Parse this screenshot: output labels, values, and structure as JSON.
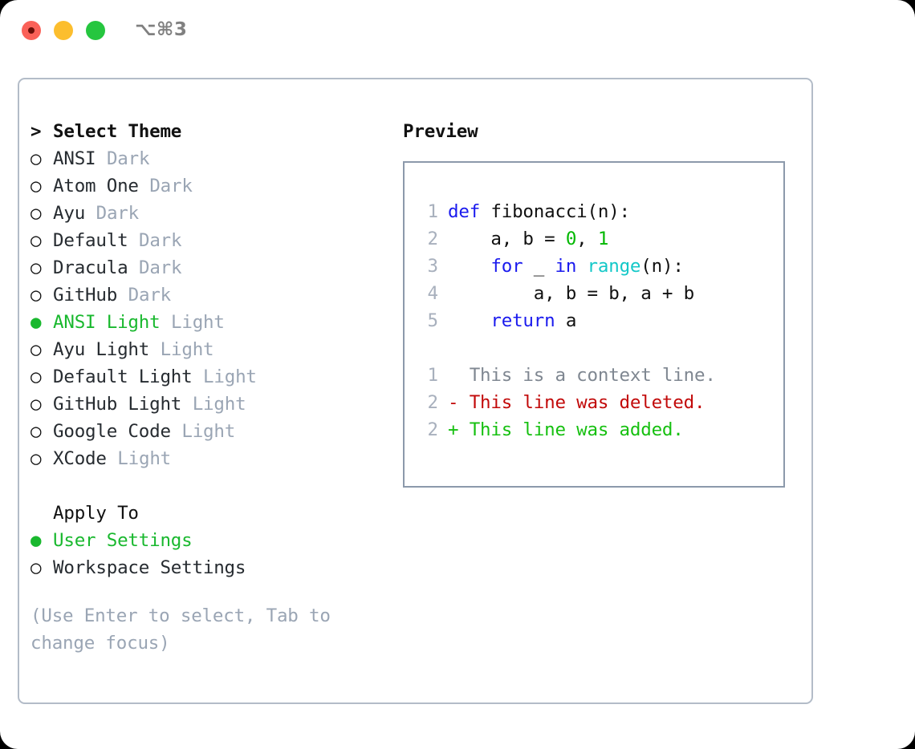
{
  "titlebar": {
    "lights": [
      {
        "name": "close",
        "color": "#fa6158"
      },
      {
        "name": "minimize",
        "color": "#fcbe2e"
      },
      {
        "name": "zoom",
        "color": "#25c63f"
      }
    ],
    "shortcut": "⌥⌘3"
  },
  "theme_picker": {
    "header_marker": ">",
    "header": "Select Theme",
    "items": [
      {
        "marker": "○",
        "name": "ANSI",
        "variant": "Dark",
        "selected": false
      },
      {
        "marker": "○",
        "name": "Atom One",
        "variant": "Dark",
        "selected": false
      },
      {
        "marker": "○",
        "name": "Ayu",
        "variant": "Dark",
        "selected": false
      },
      {
        "marker": "○",
        "name": "Default",
        "variant": "Dark",
        "selected": false
      },
      {
        "marker": "○",
        "name": "Dracula",
        "variant": "Dark",
        "selected": false
      },
      {
        "marker": "○",
        "name": "GitHub",
        "variant": "Dark",
        "selected": false
      },
      {
        "marker": "●",
        "name": "ANSI Light",
        "variant": "Light",
        "selected": true
      },
      {
        "marker": "○",
        "name": "Ayu Light",
        "variant": "Light",
        "selected": false
      },
      {
        "marker": "○",
        "name": "Default Light",
        "variant": "Light",
        "selected": false
      },
      {
        "marker": "○",
        "name": "GitHub Light",
        "variant": "Light",
        "selected": false
      },
      {
        "marker": "○",
        "name": "Google Code",
        "variant": "Light",
        "selected": false
      },
      {
        "marker": "○",
        "name": "XCode",
        "variant": "Light",
        "selected": false
      }
    ]
  },
  "apply_to": {
    "title": "Apply To",
    "options": [
      {
        "marker": "●",
        "label": "User Settings",
        "selected": true
      },
      {
        "marker": "○",
        "label": "Workspace Settings",
        "selected": false
      }
    ]
  },
  "hint": "(Use Enter to select, Tab to change focus)",
  "preview": {
    "title": "Preview",
    "code": [
      {
        "lineno": "1",
        "tokens": [
          {
            "t": "def",
            "c": "kw"
          },
          {
            "t": " fibonacci(n):",
            "c": "id"
          }
        ]
      },
      {
        "lineno": "2",
        "tokens": [
          {
            "t": "    a, b = ",
            "c": "id"
          },
          {
            "t": "0",
            "c": "num"
          },
          {
            "t": ", ",
            "c": "id"
          },
          {
            "t": "1",
            "c": "num"
          }
        ]
      },
      {
        "lineno": "3",
        "tokens": [
          {
            "t": "    ",
            "c": "id"
          },
          {
            "t": "for",
            "c": "kw"
          },
          {
            "t": " _ ",
            "c": "id"
          },
          {
            "t": "in",
            "c": "kw"
          },
          {
            "t": " ",
            "c": "id"
          },
          {
            "t": "range",
            "c": "fn"
          },
          {
            "t": "(n):",
            "c": "id"
          }
        ]
      },
      {
        "lineno": "4",
        "tokens": [
          {
            "t": "        a, b = b, a + b",
            "c": "id"
          }
        ]
      },
      {
        "lineno": "5",
        "tokens": [
          {
            "t": "    ",
            "c": "id"
          },
          {
            "t": "return",
            "c": "kw"
          },
          {
            "t": " a",
            "c": "id"
          }
        ]
      }
    ],
    "diff": [
      {
        "lineno": "1",
        "sign": " ",
        "text": " This is a context line.",
        "kind": "ctx"
      },
      {
        "lineno": "2",
        "sign": "-",
        "text": " This line was deleted.",
        "kind": "del"
      },
      {
        "lineno": "2",
        "sign": "+",
        "text": " This line was added.",
        "kind": "add"
      }
    ]
  }
}
